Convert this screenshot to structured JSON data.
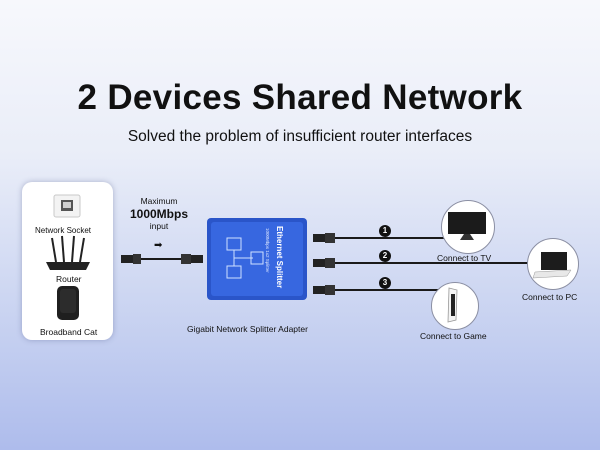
{
  "title": "2 Devices Shared Network",
  "subtitle": "Solved the problem of insufficient router interfaces",
  "source_panel": {
    "network_socket": "Network Socket",
    "router": "Router",
    "broadband_cat": "Broadband Cat"
  },
  "bandwidth": {
    "line1": "Maximum",
    "line2": "1000Mbps",
    "line3": "input"
  },
  "splitter": {
    "brand_line1": "Ethernet Splitter",
    "brand_line2": "1000Mbps 1x2 Splitter",
    "caption": "Gigabit Network Splitter Adapter"
  },
  "outputs": [
    {
      "number": "1",
      "label": "Connect to TV"
    },
    {
      "number": "2",
      "label": "Connect to PC"
    },
    {
      "number": "3",
      "label": "Connect to Game"
    }
  ],
  "colors": {
    "splitter_blue": "#2f5fd6",
    "cable_dark": "#1a1a1a"
  }
}
